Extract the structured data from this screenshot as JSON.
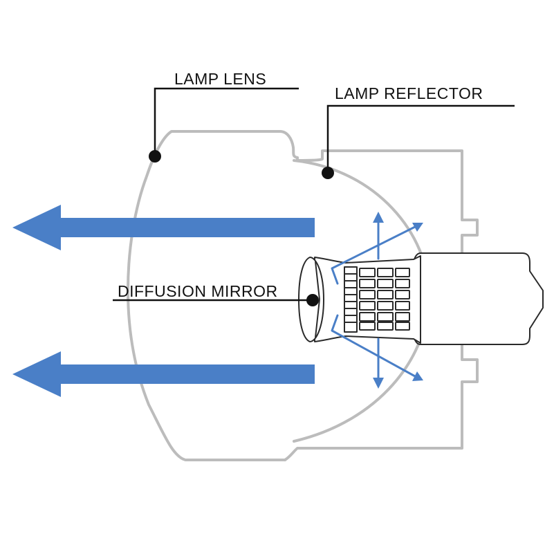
{
  "labels": {
    "lamp_lens": "LAMP LENS",
    "lamp_reflector": "LAMP REFLECTOR",
    "diffusion_mirror": "DIFFUSION MIRROR"
  },
  "colors": {
    "light_arrow": "#4a7fc7",
    "housing_outline": "#bcbcbc",
    "bulb_outline": "#2a2a2a",
    "callout_line": "#111111"
  }
}
